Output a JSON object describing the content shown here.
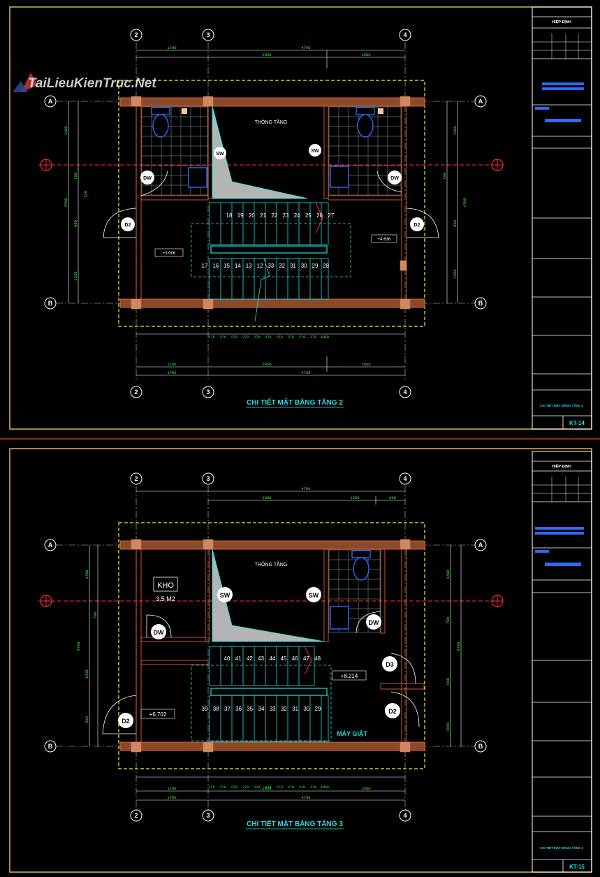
{
  "colors": {
    "background": "#000000",
    "frame": "#d9b84a",
    "wall": "#8a4a2a",
    "wall_edge": "#ff6a3a",
    "column": "#c98a64",
    "cyan": "#22e0e0",
    "green": "#38ff38",
    "yellow": "#f2f22a",
    "red": "#ff2a2a",
    "blue": "#2a6aff",
    "white": "#ffffff",
    "grey_void": "#b4b4b4",
    "tile": "#9aa0a8"
  },
  "watermark": "TaiLieuKienTruc.Net",
  "axis_labels": {
    "num_2": "2",
    "num_3": "3",
    "num_4": "4",
    "letter_a": "A",
    "letter_b": "B"
  },
  "sheets": [
    {
      "title": "CHI TIẾT MẶT BẰNG TẦNG 2",
      "void_label": "THÔNG TẦNG",
      "sw_label": "SW",
      "dw_label": "DW",
      "d2_label": "D2",
      "level_left": "+3.006",
      "level_right": "+4.636",
      "stairs_top": [
        "18",
        "19",
        "20",
        "21",
        "22",
        "23",
        "24",
        "25",
        "26",
        "27"
      ],
      "stairs_bottom": [
        "17",
        "16",
        "15",
        "14",
        "13",
        "12",
        "33",
        "32",
        "31",
        "30",
        "29",
        "28"
      ],
      "dims_top_row1": [
        "1700",
        "2850",
        "1050"
      ],
      "dims_top_total": "4700",
      "dims_left": [
        "1400",
        "700",
        "120",
        "900",
        "1550"
      ],
      "dims_left_total": "4700",
      "dims_right": [
        "1400",
        "700",
        "900",
        "1550"
      ],
      "dims_right_total": "4700",
      "dims_treads": [
        "270",
        "270",
        "270",
        "270",
        "270",
        "270",
        "270",
        "270",
        "270",
        "270",
        "1050"
      ],
      "dims_bottom_row1": [
        "1700",
        "2850",
        "1050"
      ],
      "dims_bottom_total": "4700",
      "titleblock": {
        "sheet_code": "KT-14",
        "approve": "HIỆP ĐỊNH",
        "drawing_name": "CHI TIẾT MẶT BẰNG TẦNG 2"
      }
    },
    {
      "title": "CHI TIẾT MẶT BẰNG TẦNG 3",
      "void_label": "THÔNG TẦNG",
      "sw_label": "SW",
      "dw_label": "DW",
      "d2_label": "D2",
      "d3_label": "D3",
      "kho_label": "KHO",
      "kho_area": "3.5 M2",
      "laundry_label": "MÁY GIẶT",
      "level_left": "+6.702",
      "level_right": "+8.214",
      "stairs_top": [
        "40",
        "41",
        "42",
        "43",
        "44",
        "45",
        "46",
        "47",
        "48"
      ],
      "stairs_bottom": [
        "39",
        "38",
        "37",
        "36",
        "35",
        "34",
        "33",
        "32",
        "31",
        "30",
        "29"
      ],
      "dims_top_row1": [
        "2850",
        "1250",
        "600"
      ],
      "dims_top_total": "4700",
      "dims_left": [
        "1400",
        "700",
        "1550",
        "900"
      ],
      "dims_left_total": "4700",
      "dims_right": [
        "1400",
        "700",
        "900",
        "1550"
      ],
      "dims_right_total": "4700",
      "dims_treads": [
        "270",
        "270",
        "270",
        "270",
        "270",
        "270",
        "270",
        "270",
        "270",
        "270",
        "1050"
      ],
      "dims_bottom_row1": [
        "1700",
        "2850",
        "1050"
      ],
      "dims_bottom_total": "4700",
      "titleblock": {
        "sheet_code": "KT-15",
        "approve": "HIỆP ĐỊNH",
        "drawing_name": "CHI TIẾT MẶT BẰNG TẦNG 3"
      }
    }
  ]
}
